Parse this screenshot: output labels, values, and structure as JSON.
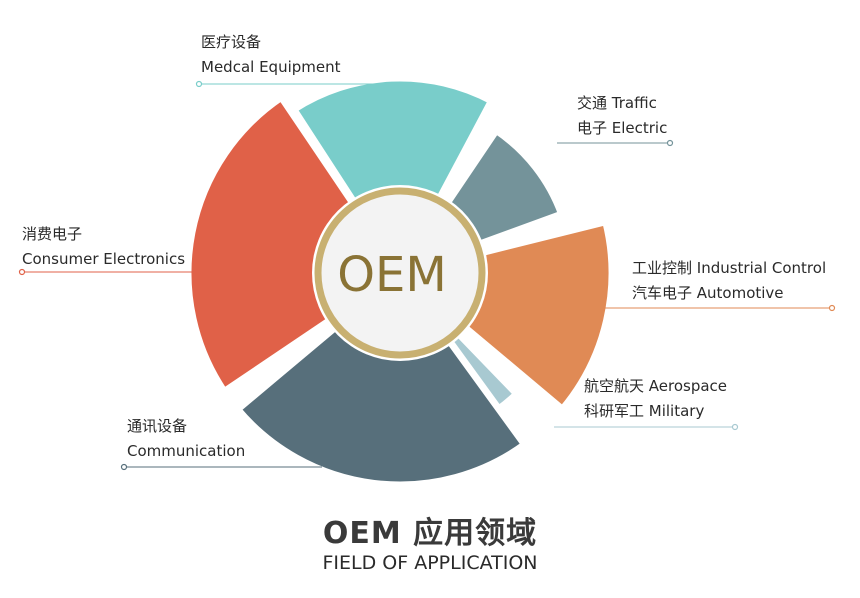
{
  "center_label": "OEM",
  "title": {
    "cn": "OEM 应用领域",
    "en": "FIELD OF APPLICATION"
  },
  "segments": [
    {
      "key": "medical",
      "line1": "医疗设备",
      "line2": "Medcal Equipment",
      "color": "#79cdca"
    },
    {
      "key": "traffic",
      "line1": "交通 Traffic",
      "line2": "电子 Electric",
      "color": "#74939a"
    },
    {
      "key": "industrial",
      "line1": "工业控制 Industrial Control",
      "line2": "汽车电子 Automotive",
      "color": "#e08a55"
    },
    {
      "key": "aerospace",
      "line1": "航空航天 Aerospace",
      "line2": "科研军工 Military",
      "color": "#a8c9d1"
    },
    {
      "key": "communication",
      "line1": "通讯设备",
      "line2": "Communication",
      "color": "#576f7b"
    },
    {
      "key": "consumer",
      "line1": "消费电子",
      "line2": "Consumer Electronics",
      "color": "#e06148"
    }
  ],
  "colors": {
    "center_ring": "#c8b071",
    "center_text": "#8a7335",
    "center_fill": "#f3f3f3"
  }
}
